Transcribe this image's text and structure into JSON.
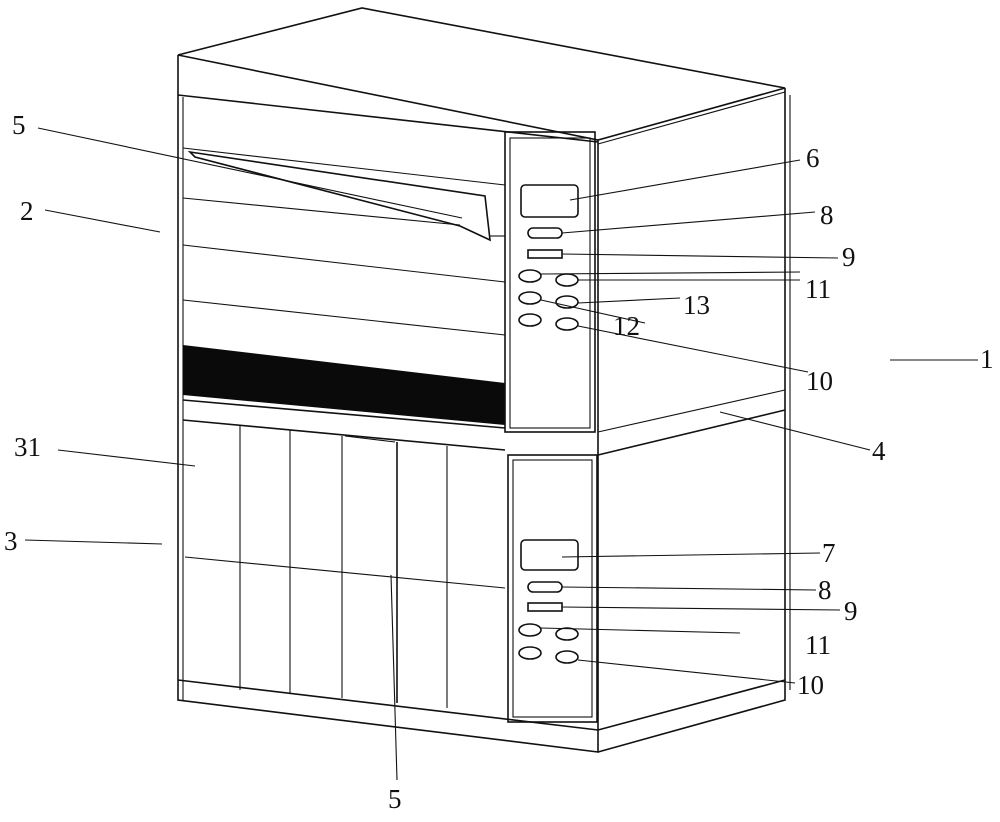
{
  "figure": {
    "labels": {
      "slot_top": "5",
      "upper_body": "2",
      "upper_display": "6",
      "upper_button_8": "8",
      "upper_slot_9": "9",
      "upper_arrows_11": "11",
      "button_13": "13",
      "button_12": "12",
      "upper_button_10": "10",
      "cabinet": "1",
      "shelf": "4",
      "door_panel": "31",
      "lower_body": "3",
      "lower_display": "7",
      "lower_button_8": "8",
      "lower_slot_9": "9",
      "lower_arrows_11": "11",
      "lower_button_10": "10",
      "slot_bottom": "5"
    }
  }
}
